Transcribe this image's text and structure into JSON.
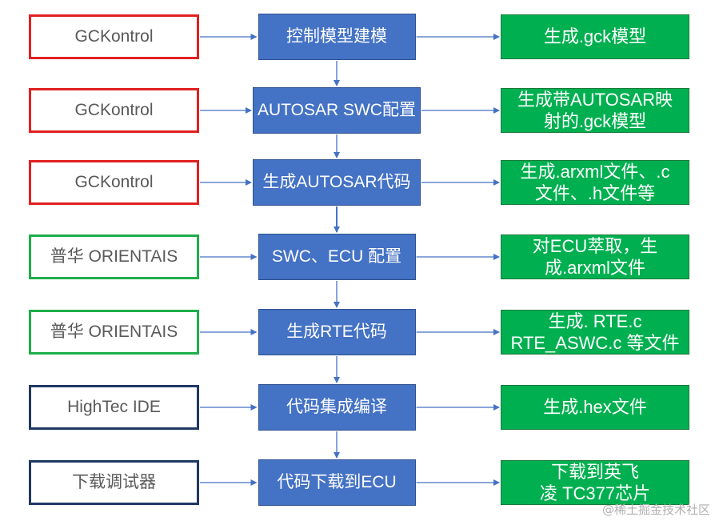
{
  "colors": {
    "tool_border_red": "#e02020",
    "tool_border_green": "#1fae4a",
    "tool_border_navy": "#1f3864",
    "step_fill": "#4472c4",
    "output_fill": "#00b050",
    "arrow": "#4472c4"
  },
  "rows": [
    {
      "tool": "GCKontrol",
      "tool_color": "#e02020",
      "step": "控制模型建模",
      "output": "生成.gck模型"
    },
    {
      "tool": "GCKontrol",
      "tool_color": "#e02020",
      "step": "AUTOSAR SWC配置",
      "output": "生成带AUTOSAR映\n射的.gck模型"
    },
    {
      "tool": "GCKontrol",
      "tool_color": "#e02020",
      "step": "生成AUTOSAR代码",
      "output": "生成.arxml文件、.c\n文件、.h文件等"
    },
    {
      "tool": "普华 ORIENTAIS",
      "tool_color": "#1fae4a",
      "step": "SWC、ECU 配置",
      "output": "对ECU萃取，生\n成.arxml文件"
    },
    {
      "tool": "普华 ORIENTAIS",
      "tool_color": "#1fae4a",
      "step": "生成RTE代码",
      "output": "生成. RTE.c\nRTE_ASWC.c 等文件"
    },
    {
      "tool": "HighTec IDE",
      "tool_color": "#1f3864",
      "step": "代码集成编译",
      "output": "生成.hex文件"
    },
    {
      "tool": "下载调试器",
      "tool_color": "#1f3864",
      "step": "代码下载到ECU",
      "output": "下载到英飞\n凌  TC377芯片"
    }
  ],
  "watermark": "@稀土掘金技术社区"
}
